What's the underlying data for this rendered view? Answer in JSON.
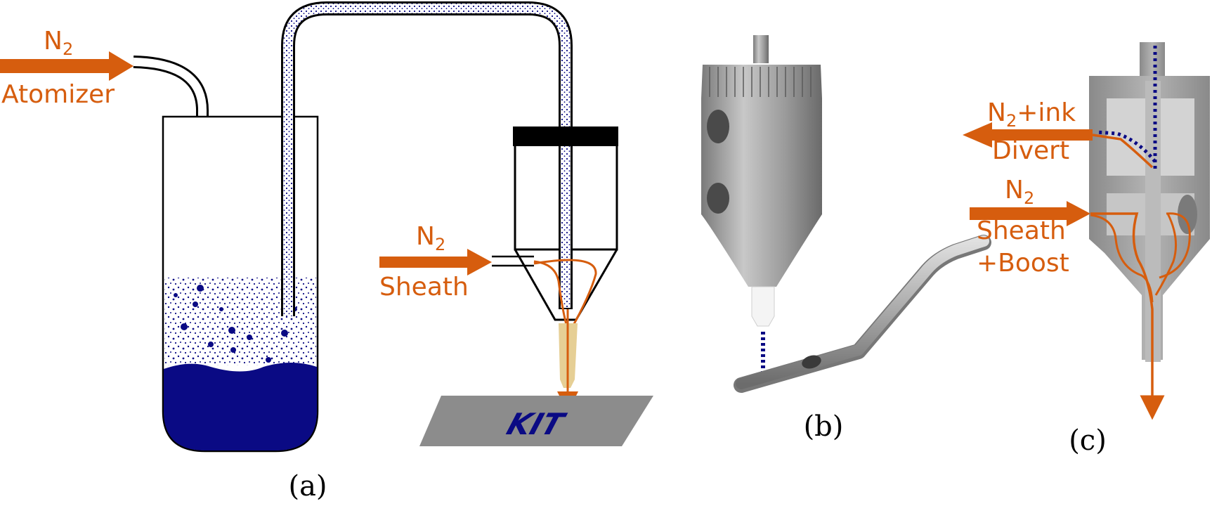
{
  "colors": {
    "accent": "#d65d0e",
    "ink": "#0a0a84",
    "steel": "#9c9c9c",
    "substrate": "#8c8c8c",
    "tip": "#e6cf95"
  },
  "panel_a": {
    "atomizer": {
      "gas": "N",
      "sub": "2",
      "label": "Atomizer"
    },
    "sheath": {
      "gas": "N",
      "sub": "2",
      "label": "Sheath"
    },
    "substrate_text": "KIT",
    "caption": "(a)"
  },
  "panel_b": {
    "caption": "(b)"
  },
  "panel_c": {
    "divert": {
      "gas": "N",
      "sub": "2",
      "suffix": "+ink",
      "label": "Divert"
    },
    "sheath": {
      "gas": "N",
      "sub": "2",
      "label_line1": "Sheath",
      "label_line2": "+Boost"
    },
    "caption": "(c)"
  }
}
